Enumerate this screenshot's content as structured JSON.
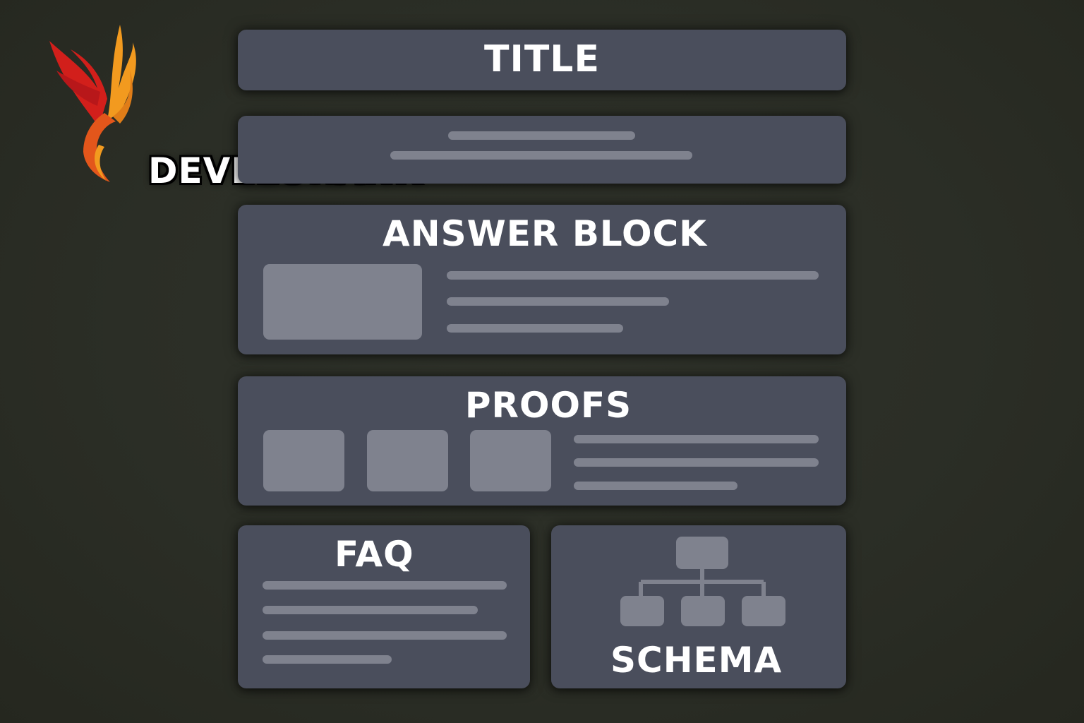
{
  "logo": {
    "text": "DEVELORANK",
    "icon": "phoenix-icon",
    "colors": {
      "red": "#d21f1b",
      "orange": "#f29a1f"
    }
  },
  "sections": {
    "title": {
      "heading": "TITLE"
    },
    "answer_block": {
      "heading": "ANSWER BLOCK"
    },
    "proofs": {
      "heading": "PROOFS"
    },
    "faq": {
      "heading": "FAQ"
    },
    "schema": {
      "heading": "SCHEMA",
      "icon": "hierarchy-icon"
    }
  },
  "colors": {
    "background": "#2c2f27",
    "panel": "#4a4e5c",
    "placeholder": "#7f828e",
    "text": "#ffffff"
  }
}
